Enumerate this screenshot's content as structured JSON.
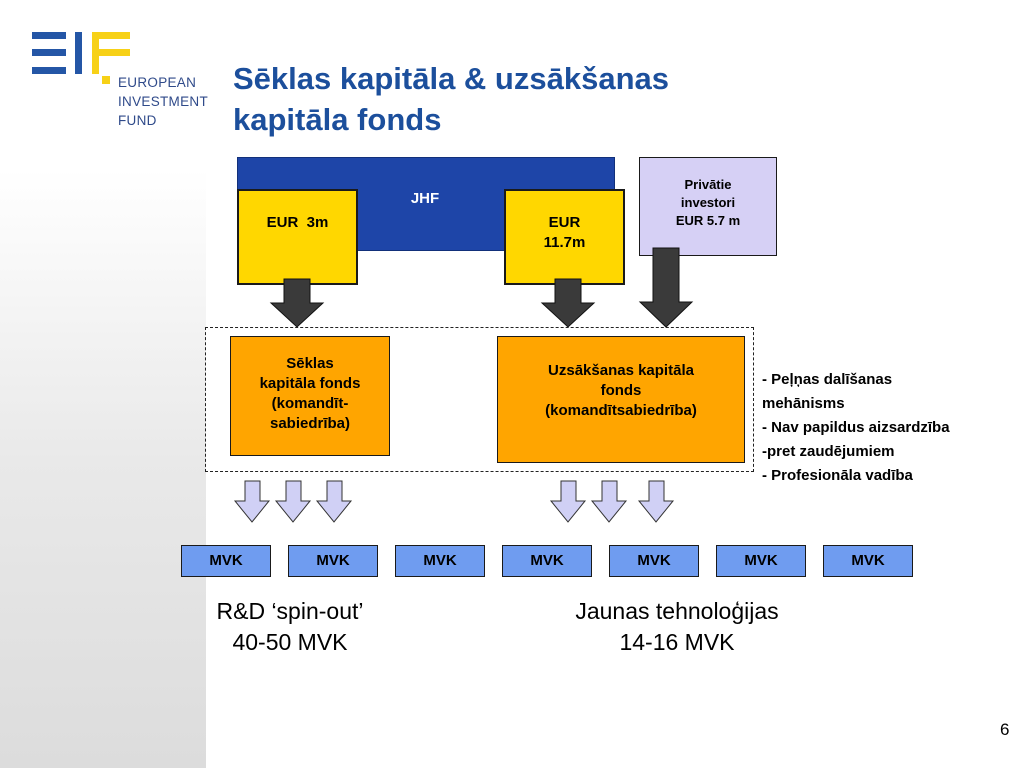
{
  "header": {
    "logo_text": [
      "EUROPEAN",
      "INVESTMENT",
      "FUND"
    ],
    "title_lines": [
      "Sēklas kapitāla & uzsākšanas",
      "kapitāla fonds"
    ]
  },
  "diagram": {
    "jhf_label": "JHF",
    "eur_3m": "EUR  3m",
    "eur_11_7m": [
      "EUR",
      "11.7m"
    ],
    "private_investors": [
      "Privātie",
      "investori",
      "EUR 5.7 m"
    ],
    "seed_fund": [
      "Sēklas",
      "kapitāla fonds",
      "(komandīt-",
      "sabiedrība)"
    ],
    "startup_fund": [
      "Uzsākšanas kapitāla",
      "fonds",
      "(komandītsabiedrība)"
    ],
    "side_notes": [
      "-  Peļņas dalīšanas",
      "mehānisms",
      "- Nav papildus aizsardzība",
      "-pret zaudējumiem",
      "- Profesionāla vadība"
    ],
    "mvk_boxes": [
      "MVK",
      "MVK",
      "MVK",
      "MVK",
      "MVK",
      "MVK",
      "MVK"
    ],
    "caption_left": [
      "R&D ‘spin-out’",
      "40-50 MVK"
    ],
    "caption_right": [
      "Jaunas tehnoloģijas",
      "14-16 MVK"
    ]
  },
  "footer": {
    "page_number": "6"
  },
  "colors": {
    "title": "#1c4f9c",
    "jhf_blue": "#1e45a8",
    "yellow": "#ffd700",
    "orange": "#ffa500",
    "lavender": "#d6d0f5",
    "mvk_blue": "#6f9cf0",
    "logo_blue": "#2456a6",
    "logo_yellow": "#f7d117"
  }
}
